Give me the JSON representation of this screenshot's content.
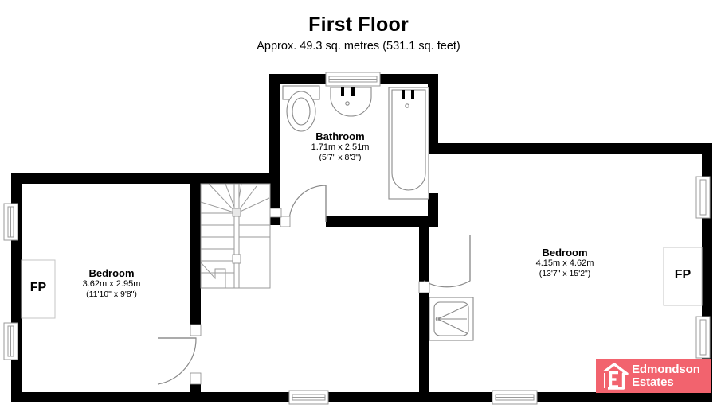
{
  "header": {
    "title": "First Floor",
    "subtitle": "Approx. 49.3 sq. metres (531.1 sq. feet)"
  },
  "rooms": [
    {
      "key": "bathroom",
      "name": "Bathroom",
      "dim_metric": "1.71m x 2.51m",
      "dim_imperial": "(5'7\" x 8'3\")"
    },
    {
      "key": "bedroom_left",
      "name": "Bedroom",
      "dim_metric": "3.62m x 2.95m",
      "dim_imperial": "(11'10\" x 9'8\")"
    },
    {
      "key": "bedroom_right",
      "name": "Bedroom",
      "dim_metric": "4.15m x 4.62m",
      "dim_imperial": "(13'7\" x 15'2\")"
    }
  ],
  "fireplaces": [
    {
      "key": "fireplace_left",
      "label": "FP"
    },
    {
      "key": "fireplace_right",
      "label": "FP"
    }
  ],
  "fixtures": [
    {
      "key": "toilet",
      "icon": "toilet-icon"
    },
    {
      "key": "basin",
      "icon": "sink-icon"
    },
    {
      "key": "bathtub",
      "icon": "bathtub-icon"
    },
    {
      "key": "shower",
      "icon": "shower-tray-icon"
    },
    {
      "key": "staircase",
      "icon": "staircase-icon"
    }
  ],
  "logo": {
    "line1": "Edmondson",
    "line2": "Estates",
    "icon": "house-e-logo-icon",
    "background_color": "#f2636e",
    "text_color": "#ffffff"
  },
  "colors": {
    "wall": "#000000",
    "background": "#ffffff",
    "fixture_outline": "#7f7f7f",
    "window_outline": "#9a9a9a",
    "brand": "#f2636e"
  }
}
